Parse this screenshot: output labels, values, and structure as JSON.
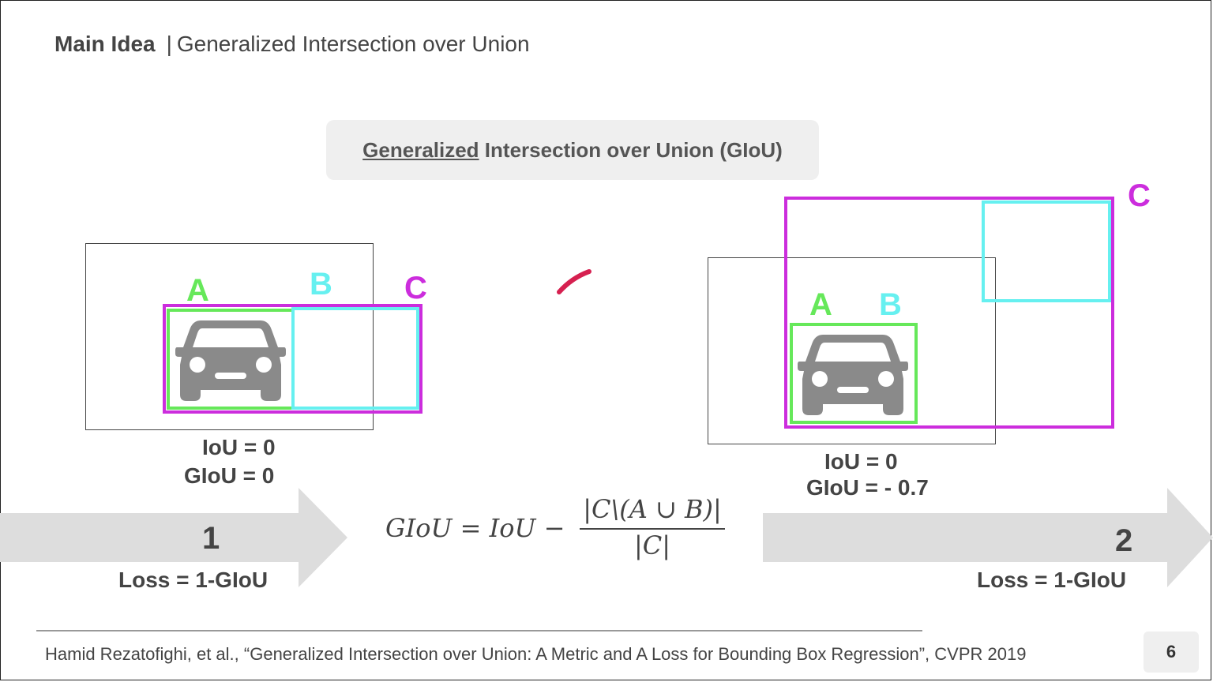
{
  "header": {
    "main_label": "Main Idea",
    "separator": "|",
    "subtitle": "Generalized Intersection over Union"
  },
  "concept_box": {
    "underlined": "Generalized",
    "rest": " Intersection over Union (GIoU)"
  },
  "example1": {
    "label_a": "A",
    "label_b": "B",
    "label_c": "C",
    "iou": "IoU = 0",
    "giou": "GIoU = 0",
    "step": "1",
    "loss": "Loss = 1-GIoU"
  },
  "example2": {
    "label_a": "A",
    "label_b": "B",
    "label_c": "C",
    "iou": "IoU = 0",
    "giou": "GIoU = - 0.7",
    "step": "2",
    "loss": "Loss = 1-GIoU"
  },
  "formula": {
    "lhs": "GIoU = IoU −",
    "numerator": "|C\\(A ∪ B)|",
    "denominator": "|C|"
  },
  "footer": {
    "citation": "Hamid Rezatofighi, et al., “Generalized Intersection over Union: A Metric and A Loss for Bounding Box Regression”, CVPR 2019",
    "page_number": "6"
  },
  "colors": {
    "box_a": "#66e85a",
    "box_b": "#66f0f0",
    "box_c": "#cc2ddd",
    "car": "#8a8a8a",
    "arrow": "#dddddd"
  }
}
